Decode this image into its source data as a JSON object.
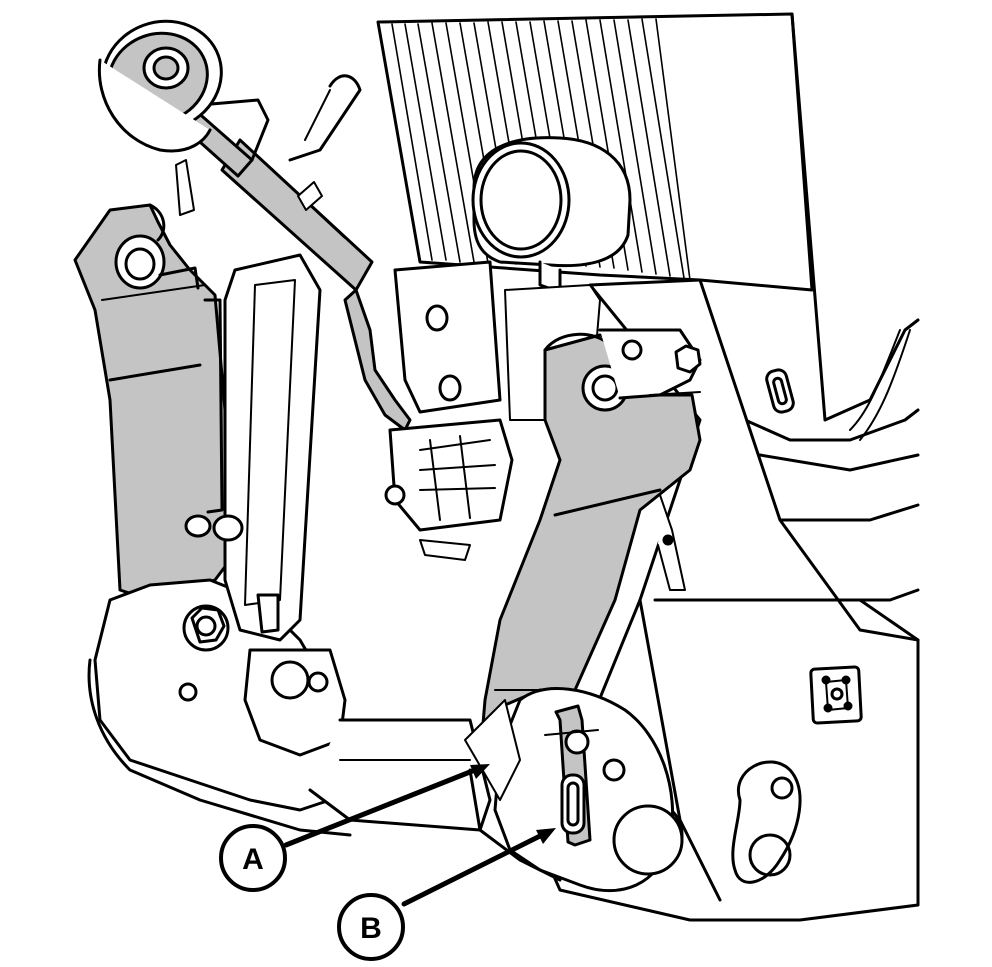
{
  "figure": {
    "colors": {
      "line": "#000000",
      "fill": "#ffffff",
      "shade": "#c4c4c4"
    },
    "callouts": [
      {
        "id": "A",
        "label": "A"
      },
      {
        "id": "B",
        "label": "B"
      }
    ]
  }
}
